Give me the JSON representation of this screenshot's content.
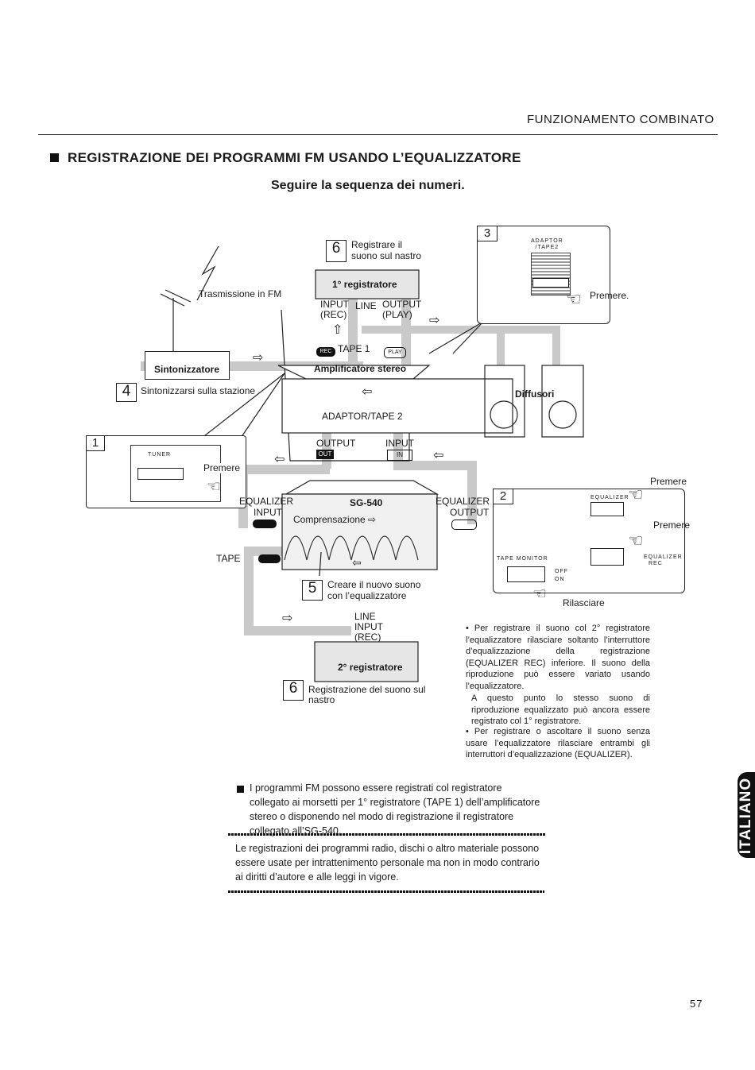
{
  "header": {
    "section": "FUNZIONAMENTO COMBINATO"
  },
  "heading": {
    "title": "REGISTRAZIONE DEI PROGRAMMI FM USANDO L’EQUALIZZATORE",
    "subtitle": "Seguire la sequenza dei numeri."
  },
  "diagram": {
    "step6_top": {
      "num": "6",
      "line1": "Registrare il",
      "line2": "suono sul nastro"
    },
    "recorder1": "1° registratore",
    "broadcast": "Trasmissione in FM",
    "tape_terms": {
      "input": "INPUT",
      "rec": "(REC)",
      "line": "LINE",
      "output": "OUTPUT",
      "play": "(PLAY)"
    },
    "tape1": "TAPE 1",
    "rec_badge": "REC",
    "play_badge": "PLAY",
    "tuner": "Sintonizzatore",
    "amplifier": "Amplificatore stereo",
    "step4": {
      "num": "4",
      "text": "Sintonizzarsi sulla stazione"
    },
    "adaptor": "ADAPTOR/TAPE 2",
    "amp_output": "OUTPUT",
    "amp_input": "INPUT",
    "out_badge": "OUT",
    "in_badge": "IN",
    "step1": {
      "num": "1",
      "tuner_label": "TUNER",
      "press": "Premere"
    },
    "step3": {
      "num": "3",
      "adaptor_label": "ADAPTOR\n/TAPE2",
      "press": "Premere."
    },
    "speakers": "Diffusori",
    "eq_left": {
      "equalizer": "EQUALIZER",
      "input": "INPUT"
    },
    "sg540": "SG-540",
    "compensation": "Comprensazione ⇨",
    "eq_right": {
      "equalizer": "EQUALIZER",
      "output": "OUTPUT"
    },
    "step2": {
      "num": "2",
      "press1": "Premere",
      "press2": "Premere",
      "release": "Rilasciare",
      "equalizer": "EQUALIZER",
      "equalizer_rec": "EQUALIZER",
      "rec_small": "REC",
      "tape_monitor": "TAPE MONITOR",
      "off": "OFF",
      "on": "ON"
    },
    "tape_left": "TAPE",
    "step5": {
      "num": "5",
      "line1": "Creare il nuovo suono",
      "line2": "con l’equalizzatore"
    },
    "line_input": {
      "line": "LINE",
      "input": "INPUT",
      "rec": "(REC)"
    },
    "recorder2": "2° registratore",
    "step6_bottom": {
      "num": "6",
      "line1": "Registrazione del suono sul",
      "line2": "nastro"
    }
  },
  "notes": [
    "• Per registrare il suono col 2° registratore l’equalizzatore rilasciare soltanto l’interruttore d’equalizzazione della registrazione (EQUALIZER REC) inferiore. Il suono della riproduzione può essere variato usando l’equalizzatore.",
    "A questo punto lo stesso suono di riproduzione equalizzato può ancora essere registrato col 1° registratore.",
    "• Per registrare o ascoltare il suono senza usare l’equalizzatore rilasciare entrambi gli interruttori d’equalizzazione (EQUALIZER)."
  ],
  "paragraph": "I programmi FM possono essere registrati col registratore collegato ai morsetti per 1° registratore (TAPE 1) dell’amplificatore stereo o disponendo nel modo di registrazione il registratore collegato all’SG-540.",
  "copyright": "Le registrazioni dei programmi radio, dischi o altro materiale possono essere usate per intrattenimento personale ma non in modo contrario ai diritti d’autore e alle leggi in vigore.",
  "side_tab": "ITALIANO",
  "page_number": "57"
}
